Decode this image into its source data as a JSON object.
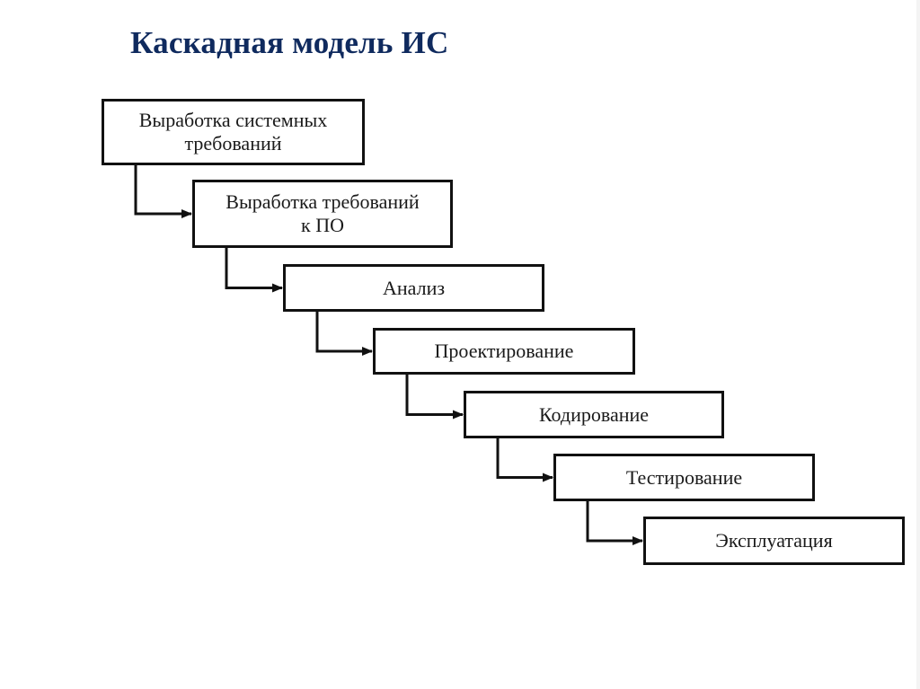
{
  "slide": {
    "title": "Каскадная модель ИС"
  },
  "diagram": {
    "type": "waterfall",
    "stages": [
      {
        "id": "system-requirements",
        "label": "Выработка системных требований"
      },
      {
        "id": "software-requirements",
        "label": "Выработка требований к ПО"
      },
      {
        "id": "analysis",
        "label": "Анализ"
      },
      {
        "id": "design",
        "label": "Проектирование"
      },
      {
        "id": "coding",
        "label": "Кодирование"
      },
      {
        "id": "testing",
        "label": "Тестирование"
      },
      {
        "id": "operation",
        "label": "Эксплуатация"
      }
    ],
    "edges": [
      {
        "from": "system-requirements",
        "to": "software-requirements"
      },
      {
        "from": "software-requirements",
        "to": "analysis"
      },
      {
        "from": "analysis",
        "to": "design"
      },
      {
        "from": "design",
        "to": "coding"
      },
      {
        "from": "coding",
        "to": "testing"
      },
      {
        "from": "testing",
        "to": "operation"
      }
    ],
    "line_color": "#111111",
    "title_color": "#0f2a5e"
  }
}
